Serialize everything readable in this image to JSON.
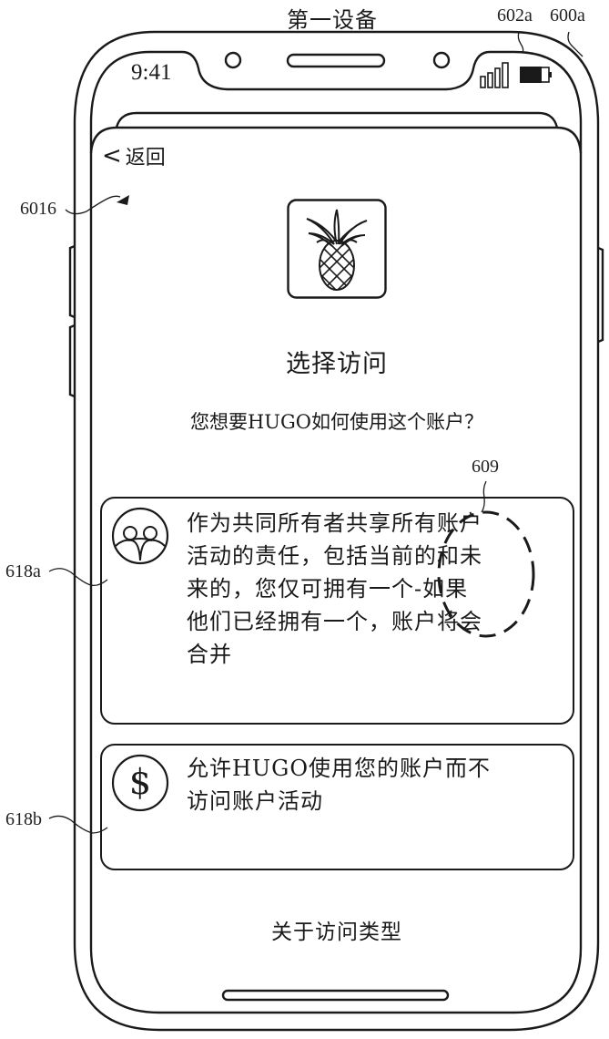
{
  "figure": {
    "title": "第一设备",
    "ref_labels": {
      "display": "602a",
      "device": "600a",
      "screen": "6016",
      "option_a": "618a",
      "option_b": "618b",
      "touch": "609"
    }
  },
  "status_bar": {
    "time": "9:41",
    "signal_icon": "cellular-signal-icon",
    "battery_icon": "battery-icon"
  },
  "nav": {
    "back_label": "返回",
    "back_icon": "chevron-left-icon"
  },
  "app_icon": "pineapple-icon",
  "heading": "选择访问",
  "subheading": "您想要HUGO如何使用这个账户？",
  "options": [
    {
      "icon": "people-group-icon",
      "lines": [
        "作为共同所有者共享所有账户",
        "活动的责任，包括当前的和未",
        "来的，您仅可拥有一个-如果",
        "他们已经拥有一个，账户将会",
        "合并"
      ]
    },
    {
      "icon": "dollar-icon",
      "lines": [
        "允许HUGO使用您的账户而不",
        "访问账户活动"
      ]
    }
  ],
  "footer_link": "关于访问类型",
  "dollar_glyph": "$"
}
